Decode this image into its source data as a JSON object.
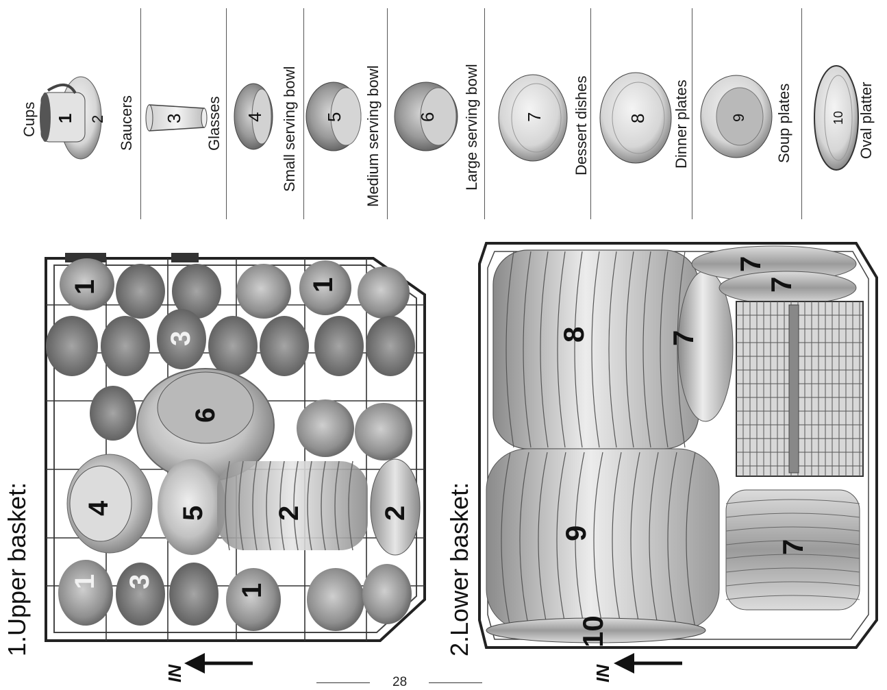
{
  "legend": [
    {
      "id": "cups",
      "number": "1",
      "label": "Cups",
      "extra_number": "2"
    },
    {
      "id": "saucers",
      "label": "Saucers"
    },
    {
      "id": "glasses",
      "number": "3",
      "label": "Glasses"
    },
    {
      "id": "small-bowl",
      "number": "4",
      "label": "Small serving bowl"
    },
    {
      "id": "medium-bowl",
      "number": "5",
      "label": "Medium serving bowl"
    },
    {
      "id": "large-bowl",
      "number": "6",
      "label": "Large serving bowl"
    },
    {
      "id": "dessert",
      "number": "7",
      "label": "Dessert dishes"
    },
    {
      "id": "dinner",
      "number": "8",
      "label": "Dinner plates"
    },
    {
      "id": "soup",
      "number": "9",
      "label": "Soup plates"
    },
    {
      "id": "oval",
      "number": "10",
      "label": "Oval platter"
    }
  ],
  "upper_basket": {
    "title": "1.Upper basket:",
    "direction": "IN",
    "labels": {
      "cup": "1",
      "saucer": "2",
      "glass": "3",
      "small_bowl": "4",
      "medium_bowl": "5",
      "large_bowl": "6"
    }
  },
  "lower_basket": {
    "title": "2.Lower basket:",
    "direction": "IN",
    "labels": {
      "dessert": "7",
      "dinner": "8",
      "soup": "9",
      "oval": "10"
    }
  },
  "page_number": "28",
  "colors": {
    "ink": "#111111",
    "dish_light": "#e6e6e6",
    "dish_mid": "#b5b5b5",
    "dish_dark": "#7a7a7a"
  }
}
